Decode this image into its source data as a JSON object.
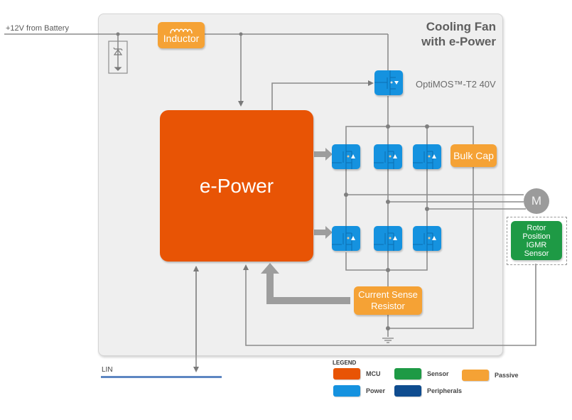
{
  "diagram": {
    "title_line1": "Cooling Fan",
    "title_line2": "with e-Power",
    "input_label": "+12V from Battery",
    "mcu_label": "e-Power",
    "inductor_label": "Inductor",
    "inductor_icon": "coil-icon",
    "reverse_switch_label": "OptiMOS™-T2 40V",
    "bulk_cap_label": "Bulk Cap",
    "current_sense_line1": "Current Sense",
    "current_sense_line2": "Resistor",
    "motor_label": "M",
    "sensor_lines": [
      "Rotor",
      "Position",
      "IGMR",
      "Sensor"
    ],
    "bus_label": "LIN",
    "bridge": {
      "high_side_count": 3,
      "low_side_count": 3,
      "device_icon": "mosfet-icon"
    }
  },
  "legend": {
    "title": "LEGEND",
    "items": [
      {
        "label": "MCU",
        "color": "#e85405"
      },
      {
        "label": "Sensor",
        "color": "#1e9a45"
      },
      {
        "label": "Passive",
        "color": "#f5a235"
      },
      {
        "label": "Power",
        "color": "#1592df"
      },
      {
        "label": "Peripherals",
        "color": "#0f4c8f"
      }
    ]
  },
  "colors": {
    "mcu": "#e85405",
    "power": "#1592df",
    "passive": "#f5a235",
    "sensor": "#1e9a45",
    "peripherals": "#0f4c8f",
    "wire": "#8c8c8c",
    "bus": "#5d86c2"
  }
}
